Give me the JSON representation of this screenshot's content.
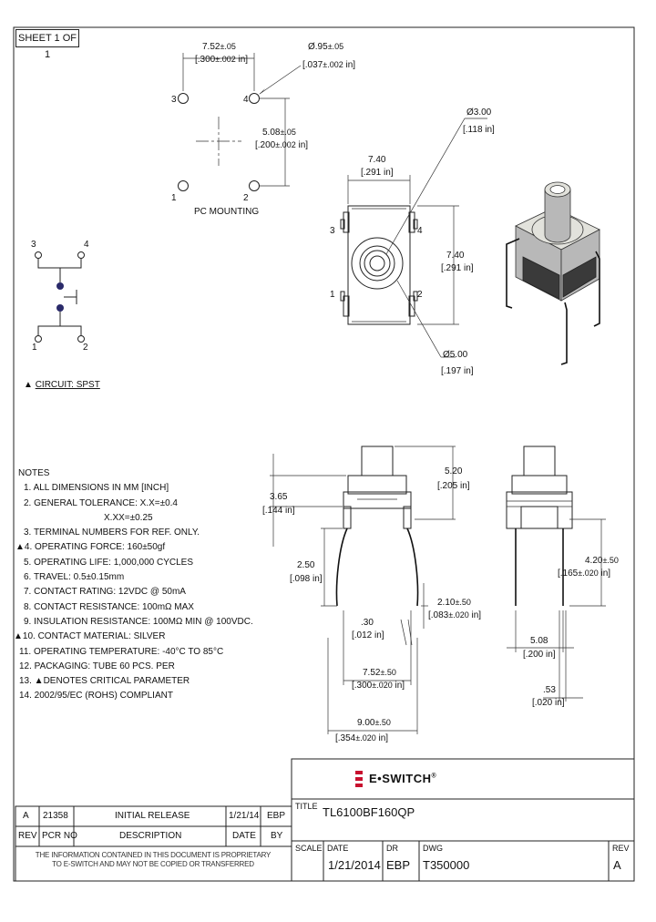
{
  "sheet": "SHEET 1 OF 1",
  "pcb": {
    "pin_pitch_x": "7.52",
    "pin_pitch_x_tol": "±.05",
    "pin_pitch_x_in": "[.300",
    "pin_pitch_x_in_tol": "±.002",
    "pin_pitch_x_in_end": "in]",
    "hole_dia": "Ø.95",
    "hole_dia_tol": "±.05",
    "hole_dia_in": "[.037",
    "hole_dia_in_tol": "±.002",
    "hole_dia_in_end": "in]",
    "pin_pitch_y": "5.08",
    "pin_pitch_y_tol": "±.05",
    "pin_pitch_y_in": "[.200",
    "pin_pitch_y_in_tol": "±.002",
    "pin_pitch_y_in_end": "in]",
    "label": "PC MOUNTING",
    "pins": [
      "1",
      "2",
      "3",
      "4"
    ]
  },
  "top_view": {
    "actuator_dia": "Ø3.00",
    "actuator_dia_in": "[.118 in]",
    "width": "7.40",
    "width_in": "[.291 in]",
    "height": "7.40",
    "height_in": "[.291 in]",
    "cap_dia": "Ø5.00",
    "cap_dia_in": "[.197 in]",
    "pins": [
      "1",
      "2",
      "3",
      "4"
    ]
  },
  "circuit": {
    "label": "CIRCUIT: SPST",
    "pins": [
      "1",
      "2",
      "3",
      "4"
    ]
  },
  "notes": {
    "heading": "NOTES",
    "items": [
      {
        "flag": "",
        "text": "1. ALL DIMENSIONS IN MM [INCH]"
      },
      {
        "flag": "",
        "text": "2. GENERAL TOLERANCE: X.X=±0.4"
      },
      {
        "flag": "",
        "text": "X.XX=±0.25"
      },
      {
        "flag": "",
        "text": "3. TERMINAL NUMBERS FOR REF. ONLY."
      },
      {
        "flag": "▲",
        "text": "4. OPERATING FORCE: 160±50gf"
      },
      {
        "flag": "",
        "text": "5. OPERATING LIFE: 1,000,000 CYCLES"
      },
      {
        "flag": "",
        "text": "6. TRAVEL: 0.5±0.15mm"
      },
      {
        "flag": "",
        "text": "7. CONTACT RATING: 12VDC @ 50mA"
      },
      {
        "flag": "",
        "text": "8. CONTACT RESISTANCE: 100mΩ MAX"
      },
      {
        "flag": "",
        "text": "9. INSULATION RESISTANCE: 100MΩ MIN @ 100VDC."
      },
      {
        "flag": "▲",
        "text": "10. CONTACT MATERIAL: SILVER"
      },
      {
        "flag": "",
        "text": "11. OPERATING TEMPERATURE: -40°C TO 85°C"
      },
      {
        "flag": "",
        "text": "12. PACKAGING: TUBE 60 PCS. PER"
      },
      {
        "flag": "",
        "text": "13. ▲DENOTES CRITICAL PARAMETER"
      },
      {
        "flag": "",
        "text": "14. 2002/95/EC (ROHS) COMPLIANT"
      }
    ]
  },
  "side_view": {
    "total_height": "5.20",
    "total_height_in": "[.205 in]",
    "body_height": "3.65",
    "body_height_in": "[.144 in]",
    "pin_length": "2.50",
    "pin_length_in": "[.098 in]",
    "pin_thk": ".30",
    "pin_thk_in": "[.012 in]",
    "pin_offset": "2.10",
    "pin_offset_tol": "±.50",
    "pin_offset_in": "[.083",
    "pin_offset_in_tol": "±.020",
    "pin_offset_in_end": "in]",
    "pin_spacing": "7.52",
    "pin_spacing_tol": "±.50",
    "pin_spacing_in": "[.300",
    "pin_spacing_in_tol": "±.020",
    "pin_spacing_in_end": "in]",
    "overall_width": "9.00",
    "overall_width_tol": "±.50",
    "overall_width_in": "[.354",
    "overall_width_in_tol": "±.020",
    "overall_width_in_end": "in]"
  },
  "end_view": {
    "pin_height": "4.20",
    "pin_height_tol": "±.50",
    "pin_height_in": "[.165",
    "pin_height_in_tol": "±.020",
    "pin_height_in_end": "in]",
    "pin_spacing": "5.08",
    "pin_spacing_in": "[.200 in]",
    "pin_width": ".53",
    "pin_width_in": "[.020 in]"
  },
  "title_block": {
    "brand": "E•SWITCH",
    "brand_mark": "®",
    "title_label": "TITLE",
    "title": "TL6100BF160QP",
    "rev_row": {
      "rev": "A",
      "pcr": "21358",
      "desc": "INITIAL RELEASE",
      "date": "1/21/14",
      "by": "EBP"
    },
    "headers": {
      "rev": "REV",
      "pcr": "PCR NO",
      "desc": "DESCRIPTION",
      "date": "DATE",
      "by": "BY"
    },
    "scale_label": "SCALE",
    "date_label": "DATE",
    "date": "1/21/2014",
    "dr_label": "DR",
    "dr": "EBP",
    "dwg_label": "DWG",
    "dwg": "T350000",
    "rev_label": "REV",
    "rev": "A",
    "confidential_1": "THE INFORMATION CONTAINED IN THIS DOCUMENT IS PROPRIETARY",
    "confidential_2": "TO E-SWITCH AND MAY NOT BE COPIED OR TRANSFERRED"
  },
  "colors": {
    "line": "#222222",
    "brand_red": "#c8102e",
    "gray_body": "#b8b8b8",
    "dark_body": "#3a3a3a"
  }
}
